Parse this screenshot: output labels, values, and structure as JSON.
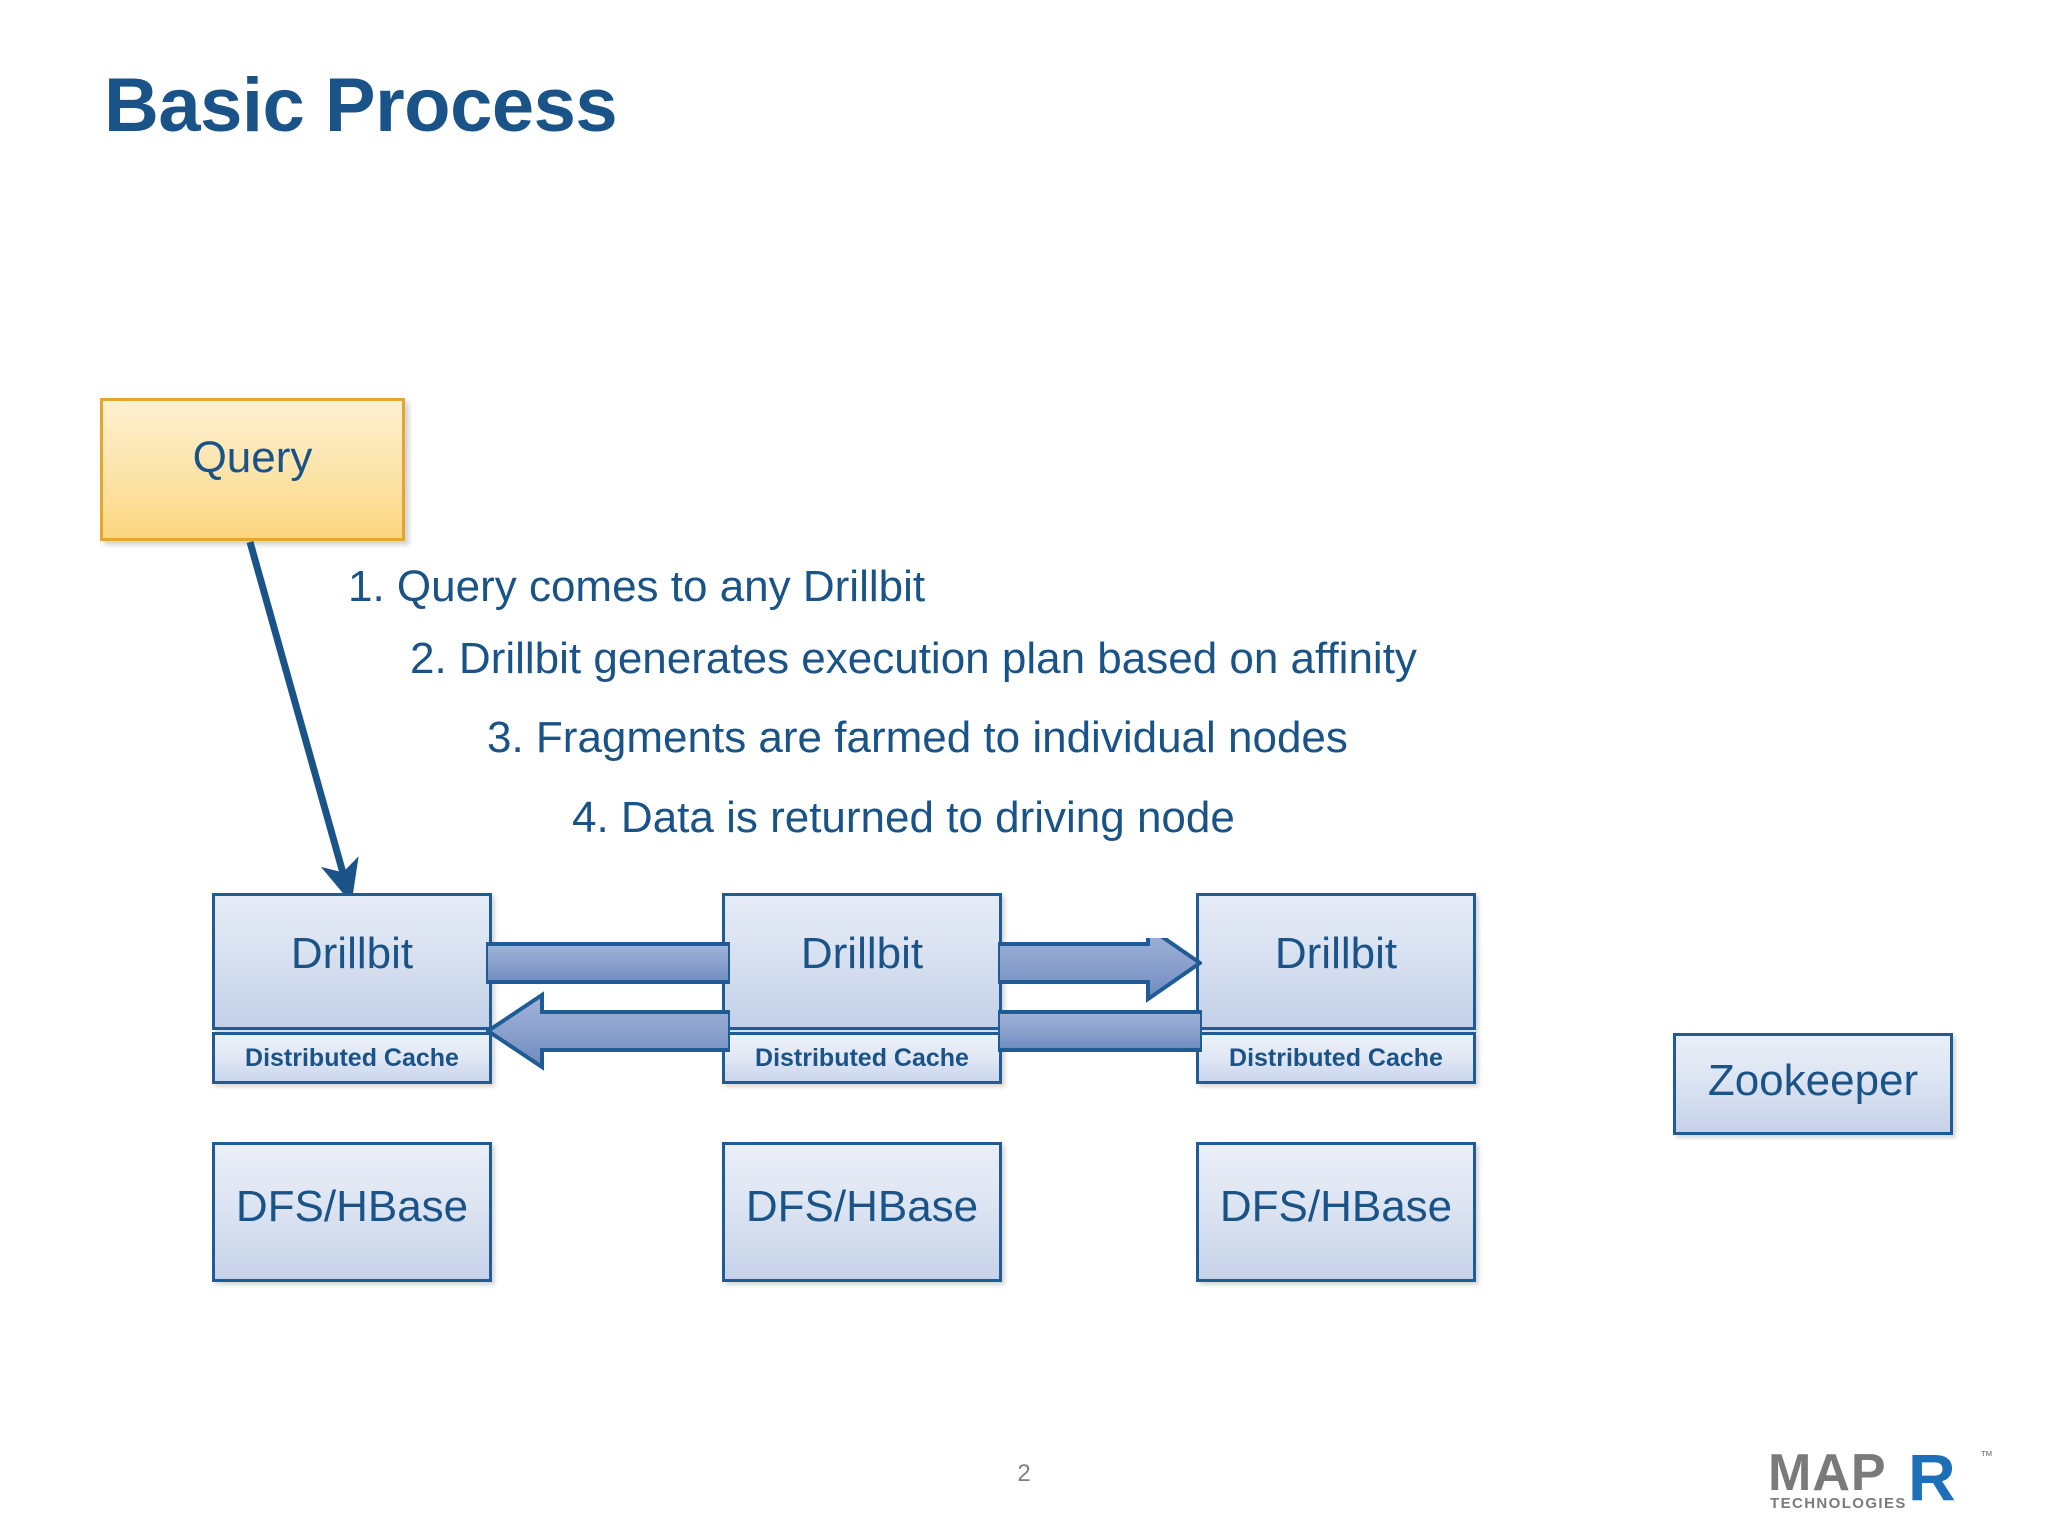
{
  "slide": {
    "title": "Basic Process",
    "page_number": "2",
    "accent_color": "#1A5387",
    "node_border_color": "#1F5C96",
    "query_border_color": "#E2A72C"
  },
  "query": {
    "label": "Query",
    "arrow_name": "query-to-drillbit-arrow"
  },
  "steps": [
    "1. Query comes to any Drillbit",
    "2. Drillbit generates execution plan based on affinity",
    "3. Fragments are farmed to individual nodes",
    "4. Data is returned to driving node"
  ],
  "nodes": [
    {
      "drillbit": "Drillbit",
      "cache": "Distributed Cache",
      "storage": "DFS/HBase"
    },
    {
      "drillbit": "Drillbit",
      "cache": "Distributed Cache",
      "storage": "DFS/HBase"
    },
    {
      "drillbit": "Drillbit",
      "cache": "Distributed Cache",
      "storage": "DFS/HBase"
    }
  ],
  "zookeeper": {
    "label": "Zookeeper"
  },
  "logo": {
    "part_gray": "MAP",
    "part_blue": "R",
    "subtitle": "TECHNOLOGIES",
    "trademark": "™",
    "gray_color": "#7A7A7A",
    "blue_color": "#1D6FB8"
  }
}
